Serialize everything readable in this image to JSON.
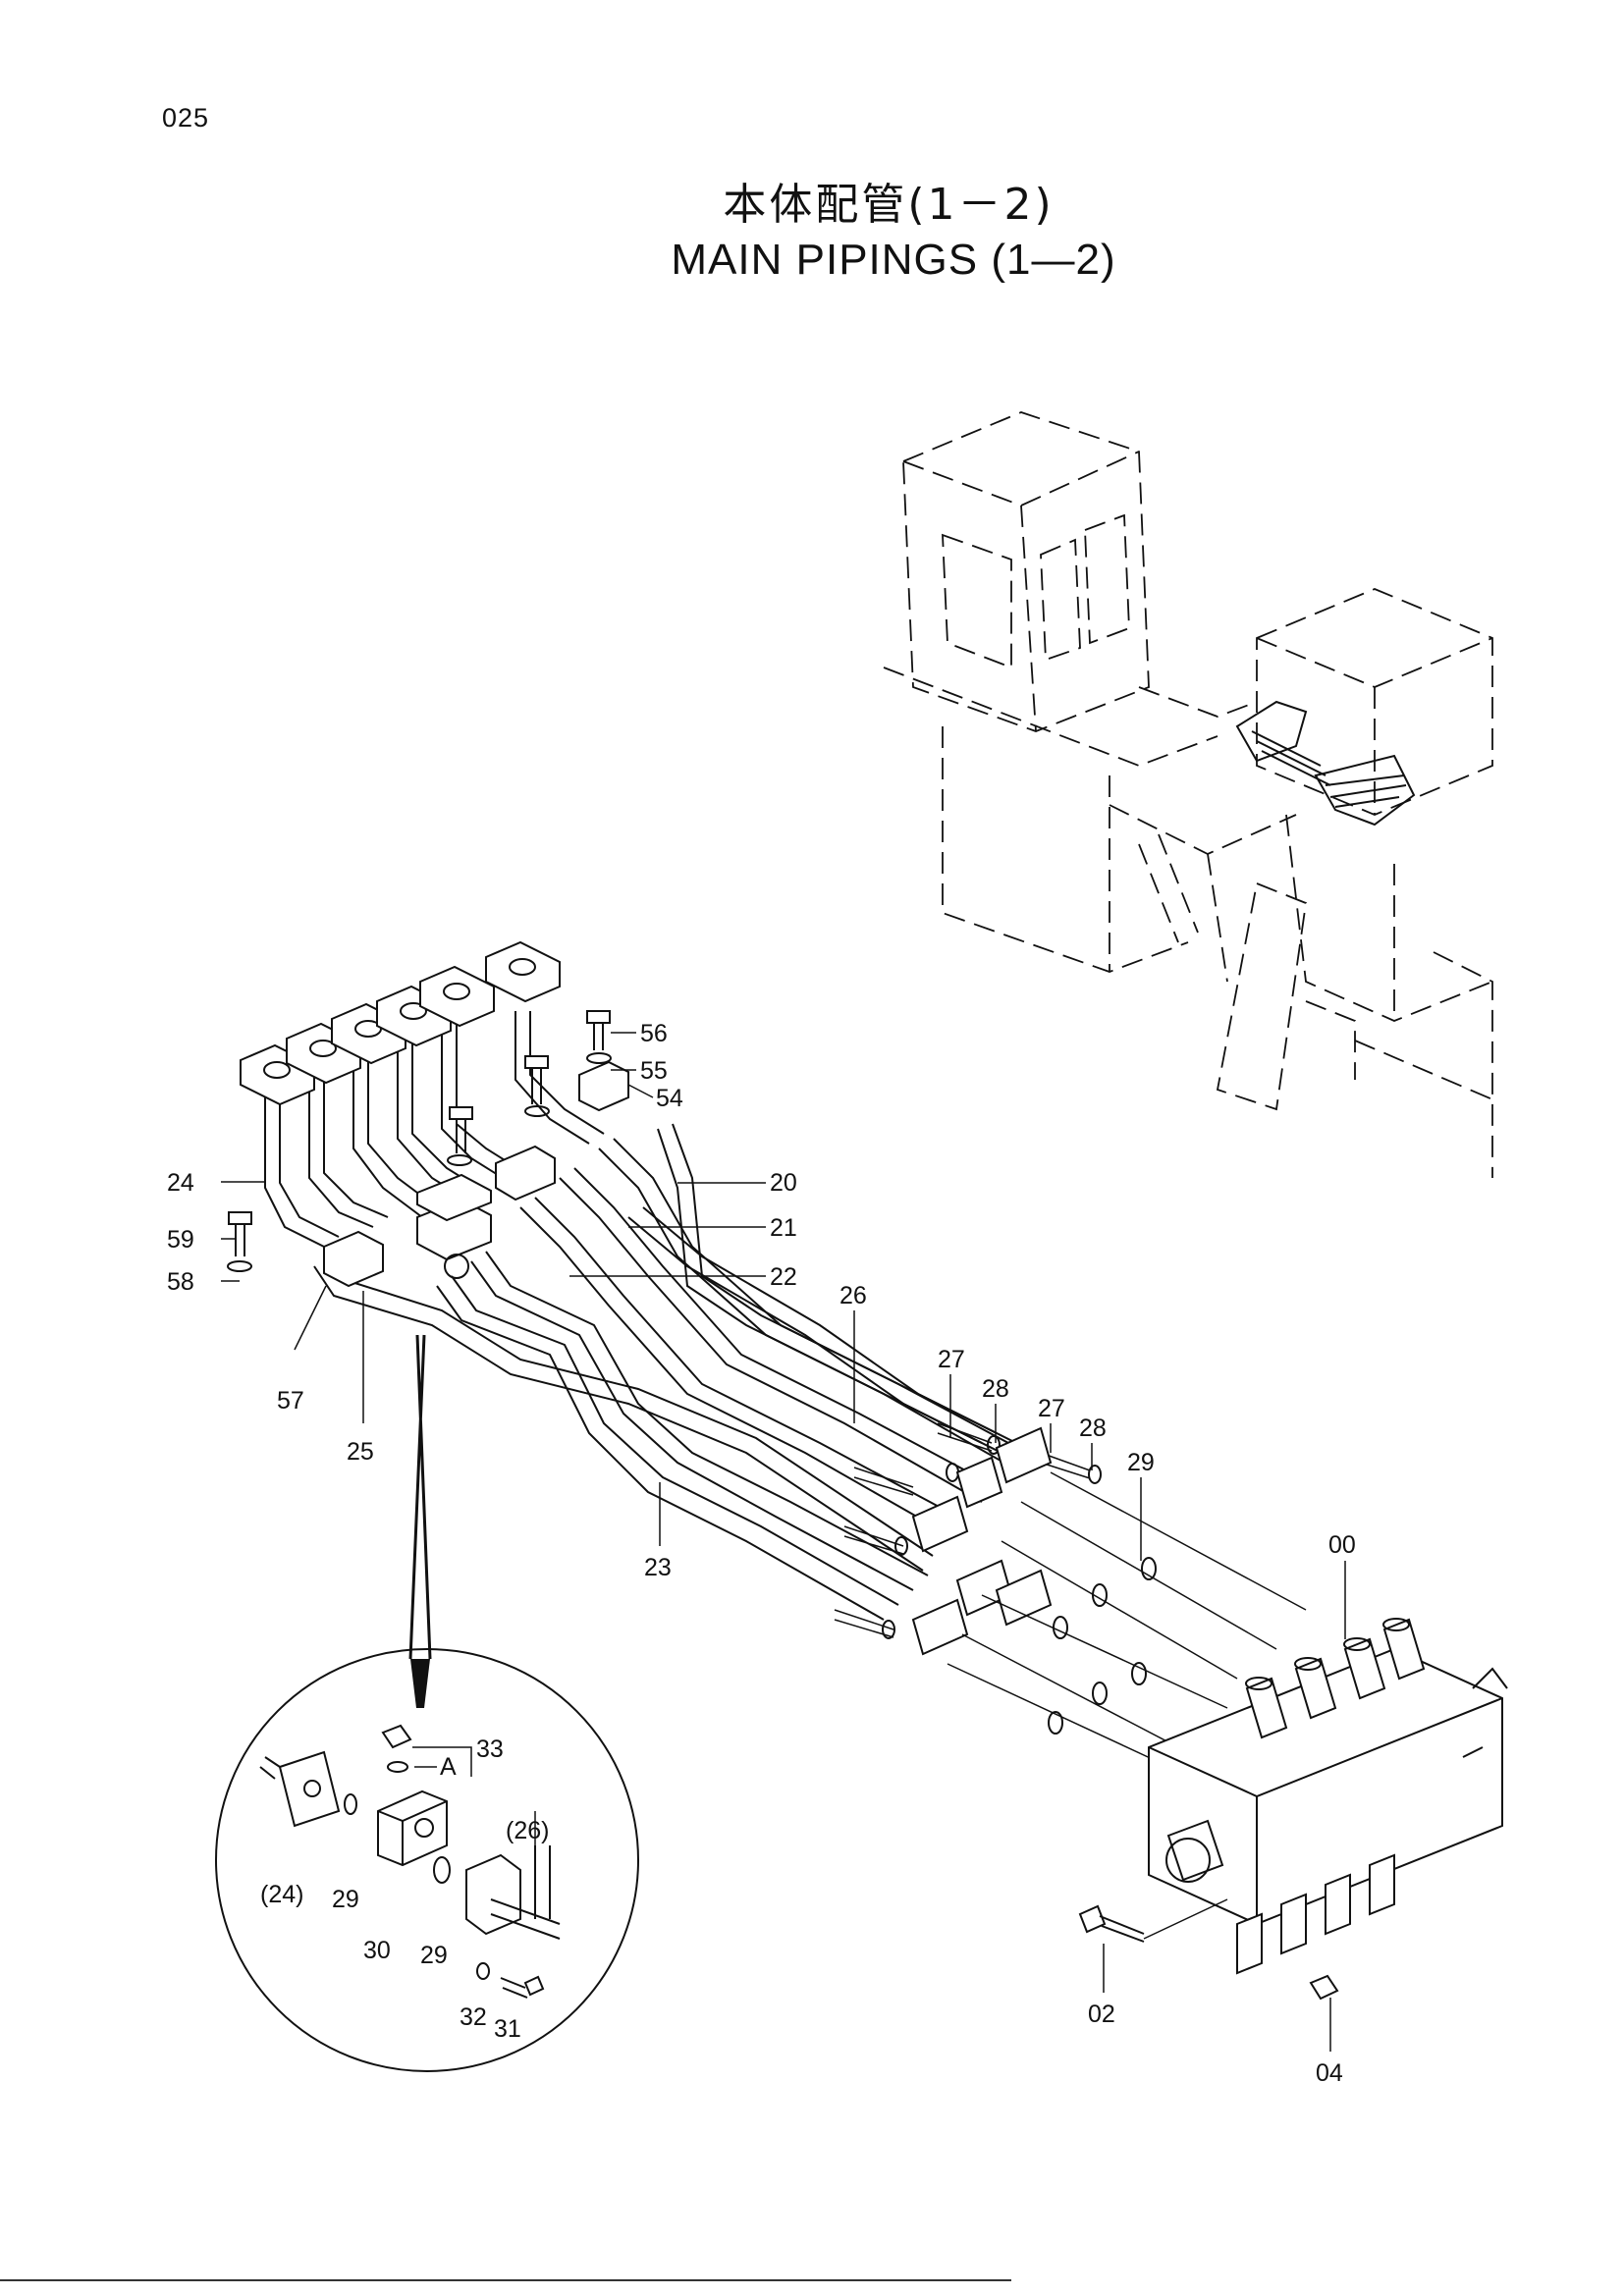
{
  "page_number": "025",
  "title_jp": "本体配管(1－2)",
  "title_en": "MAIN PIPINGS (1—2)",
  "callouts": {
    "c56": "56",
    "c55": "55",
    "c54": "54",
    "c24": "24",
    "c20": "20",
    "c59": "59",
    "c21": "21",
    "c58": "58",
    "c22": "22",
    "c26": "26",
    "c57": "57",
    "c25": "25",
    "c27a": "27",
    "c28a": "28",
    "c27b": "27",
    "c28b": "28",
    "c29": "29",
    "c23": "23",
    "c00": "00",
    "c02": "02",
    "c04": "04"
  },
  "detail_callouts": {
    "c33": "33",
    "cA": "A",
    "c26p": "(26)",
    "c24p": "(24)",
    "c29a": "29",
    "c30": "30",
    "c29b": "29",
    "c32": "32",
    "c31": "31"
  }
}
